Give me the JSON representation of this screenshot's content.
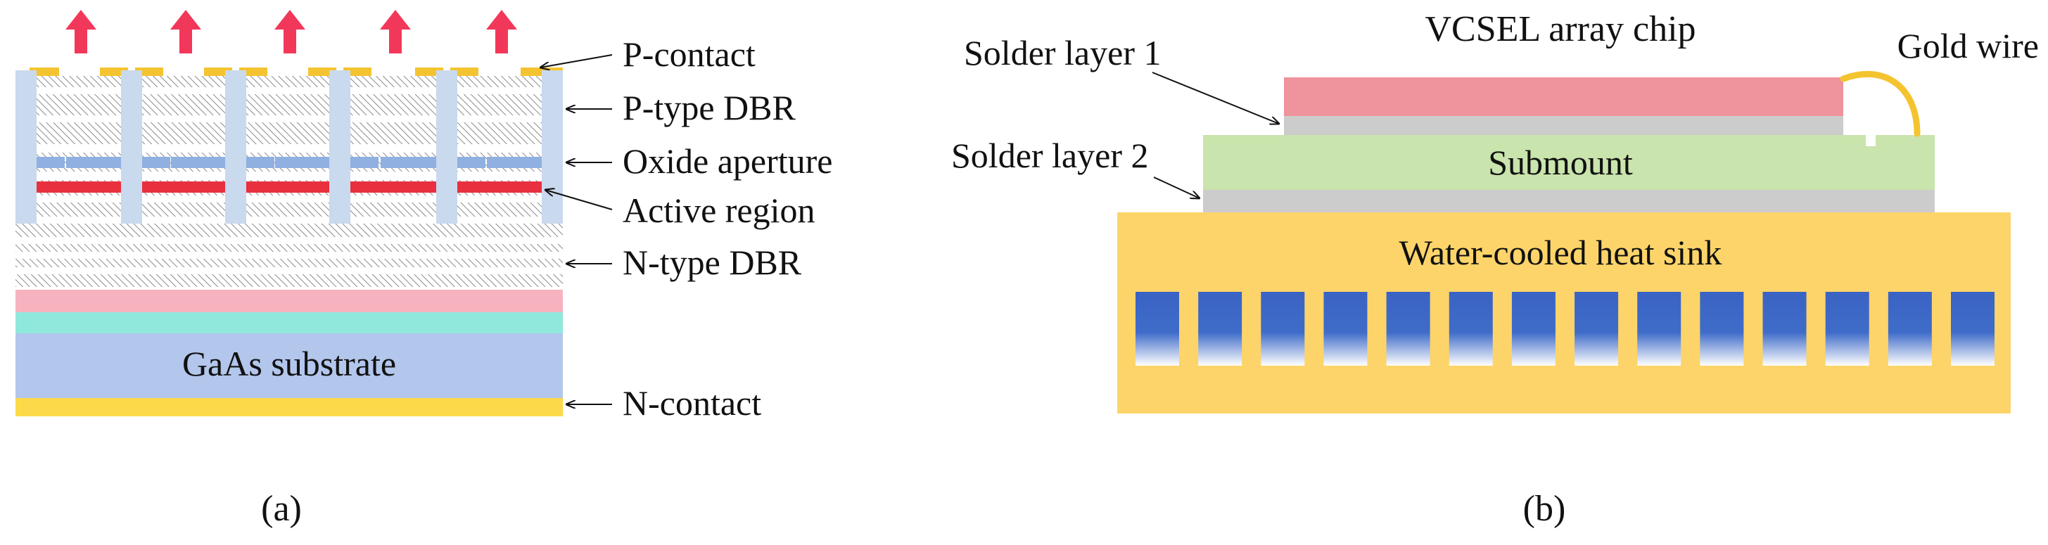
{
  "panel_a": {
    "caption": "(a)",
    "substrate_text": "GaAs substrate",
    "labels": {
      "p_contact": "P-contact",
      "p_dbr": "P-type DBR",
      "oxide": "Oxide aperture",
      "active": "Active region",
      "n_dbr": "N-type DBR",
      "n_contact": "N-contact"
    }
  },
  "panel_b": {
    "caption": "(b)",
    "labels": {
      "chip": "VCSEL array chip",
      "gold_wire": "Gold wire",
      "solder1": "Solder layer 1",
      "solder2": "Solder layer 2",
      "submount": "Submount",
      "heat_sink": "Water-cooled heat sink"
    },
    "channel_count": 14
  },
  "colors": {
    "emission_arrow": "#f2385a",
    "p_contact": "#f4c430",
    "trench": "#c9d9ee",
    "oxide": "#8fb0e0",
    "active": "#e8303f",
    "pink_layer": "#f6b3bf",
    "cyan_layer": "#90e8dd",
    "substrate": "#b3c6ec",
    "n_contact": "#fcd948",
    "chip": "#ef939c",
    "solder": "#cccccc",
    "submount": "#c9e4ac",
    "heat_sink": "#fcd46a",
    "gold_wire": "#f4c430",
    "channel_top": "#3a63c4",
    "channel_bottom": "#ffffff"
  }
}
